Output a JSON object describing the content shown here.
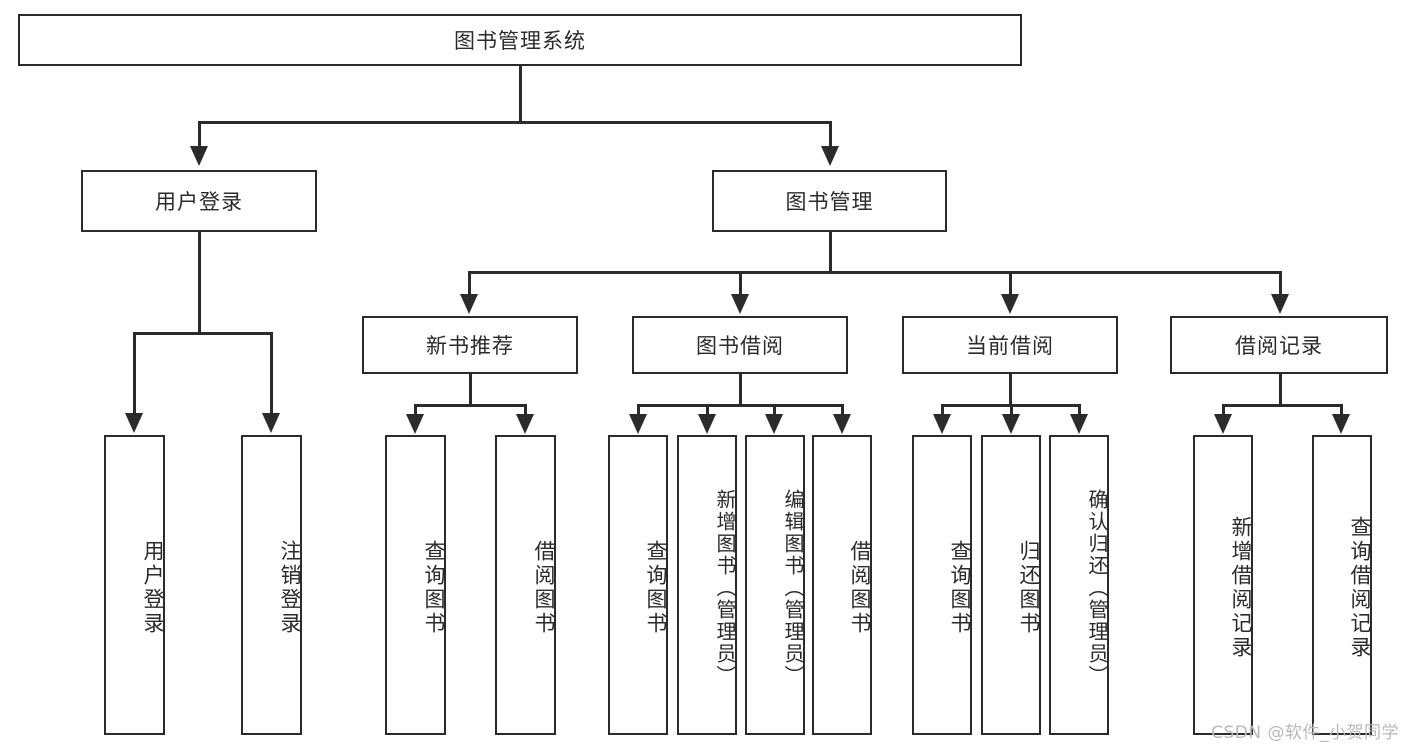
{
  "diagram": {
    "type": "tree-hierarchy",
    "title": "图书管理系统",
    "root": {
      "label": "图书管理系统"
    },
    "level1": [
      {
        "label": "用户登录"
      },
      {
        "label": "图书管理"
      }
    ],
    "level2": [
      {
        "label": "新书推荐"
      },
      {
        "label": "图书借阅"
      },
      {
        "label": "当前借阅"
      },
      {
        "label": "借阅记录"
      }
    ],
    "leaves": {
      "user_login": [
        {
          "label": "用户登录"
        },
        {
          "label": "注销登录"
        }
      ],
      "new_book_recommend": [
        {
          "label": "查询图书"
        },
        {
          "label": "借阅图书"
        }
      ],
      "book_borrow": [
        {
          "label": "查询图书"
        },
        {
          "label": "新增图书（管理员）"
        },
        {
          "label": "编辑图书（管理员）"
        },
        {
          "label": "借阅图书"
        }
      ],
      "current_borrow": [
        {
          "label": "查询图书"
        },
        {
          "label": "归还图书"
        },
        {
          "label": "确认归还（管理员）"
        }
      ],
      "borrow_record": [
        {
          "label": "新增借阅记录"
        },
        {
          "label": "查询借阅记录"
        }
      ]
    }
  },
  "watermark": {
    "text": "CSDN @软件_小贺同学"
  },
  "colors": {
    "stroke": "#2b2b2b",
    "fill": "#ffffff",
    "text": "#2b2b2b",
    "watermark": "#b9b9b9"
  }
}
